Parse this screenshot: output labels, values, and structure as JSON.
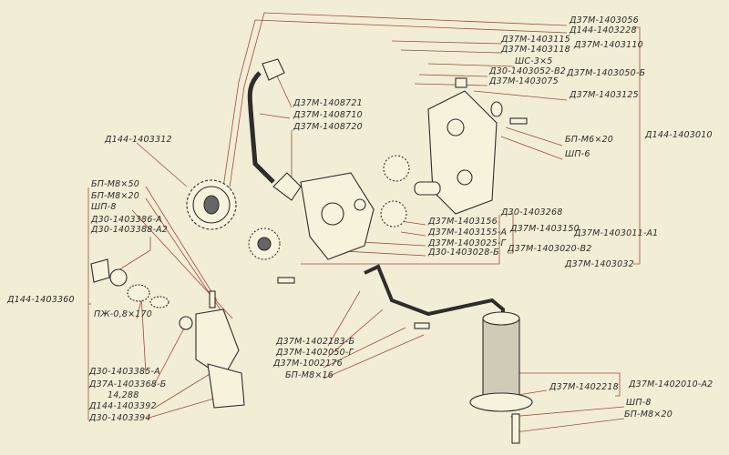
{
  "labels": {
    "l1": "Д37М-1403056",
    "l2": "Д144-1403228",
    "l3": "Д37М-1403115",
    "l4": "Д37М-1403118",
    "l5": "Д37М-1403110",
    "l6": "ШС-3×5",
    "l7": "Д30-1403052-В2",
    "l8": "Д37М-1403075",
    "l9": "Д37М-1403050-Б",
    "l10": "Д37М-1403125",
    "l11": "Д37М-1408721",
    "l12": "Д37М-1408710",
    "l13": "Д37М-1408720",
    "l14": "Д144-1403312",
    "l15": "БП-М6×20",
    "l16": "ШП-6",
    "l17": "Д144-1403010",
    "l18": "БП-М8×50",
    "l19": "БП-М8×20",
    "l20": "ШП-8",
    "l21": "Д30-1403386-А",
    "l22": "Д30-1403388-А2",
    "l23": "Д144-1403360",
    "l24": "ПЖ-0,8×170",
    "l25": "Д30-1403385-А",
    "l26": "Д37А-1403368-Б",
    "l27": "14,288",
    "l28": "Д144-1403392",
    "l29": "Д30-1403394",
    "l30": "Д30-1403268",
    "l31": "Д37М-1403156",
    "l32": "Д37М-1403155-А",
    "l33": "Д37М-1403150",
    "l34": "Д37М-1403025-Г",
    "l35": "Д30-1403028-Б",
    "l36": "Д37М-1403020-В2",
    "l37": "Д37М-1403011-А1",
    "l38": "Д37М-1403032",
    "l39": "Д37М-1402183-Б",
    "l40": "Д37М-1402050-Г",
    "l41": "Д37М-1002176",
    "l42": "БП-М8×16",
    "l43": "Д37М-1402218",
    "l44": "Д37М-1402010-А2",
    "l45": "ШП-8",
    "l46": "БП-М8×20"
  },
  "colors": {
    "paper": "#f2eed6",
    "leader": "#a5483a",
    "ink": "#2a2a2a"
  }
}
